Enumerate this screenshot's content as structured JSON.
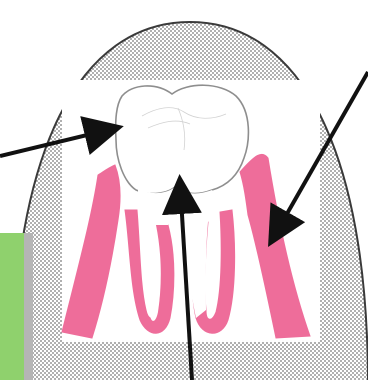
{
  "diagram": {
    "subject": "tooth-with-gums-and-roots",
    "colors": {
      "background": "#ffffff",
      "stipple": "#6f6f6f",
      "circle_outline": "#3a3a3a",
      "inner_panel": "#ffffff",
      "gum": "#ee6d9a",
      "gum_inner": "#fbd3de",
      "tooth_outline": "#8e8e8e",
      "arrow": "#111111",
      "side_panel": "#8fd16d",
      "side_panel_edge": "#b5b5b5"
    },
    "arrows": [
      {
        "target": "crown"
      },
      {
        "target": "gum"
      },
      {
        "target": "root"
      }
    ]
  }
}
